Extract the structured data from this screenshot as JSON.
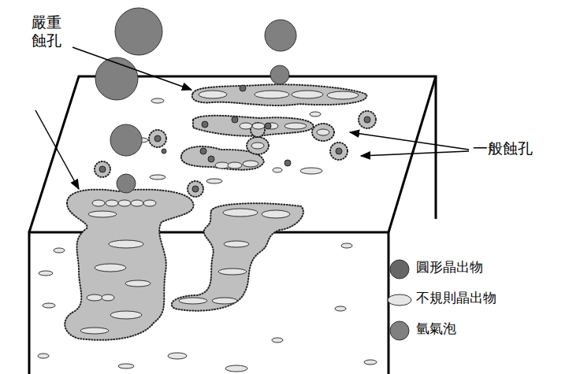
{
  "diagram": {
    "labels": [
      "嚴重 蝕孔",
      "一般蝕孔"
    ],
    "legend": [
      {
        "text": "圓形晶出物"
      },
      {
        "text": "不規則晶出物"
      },
      {
        "text": "氫氣泡"
      }
    ]
  }
}
